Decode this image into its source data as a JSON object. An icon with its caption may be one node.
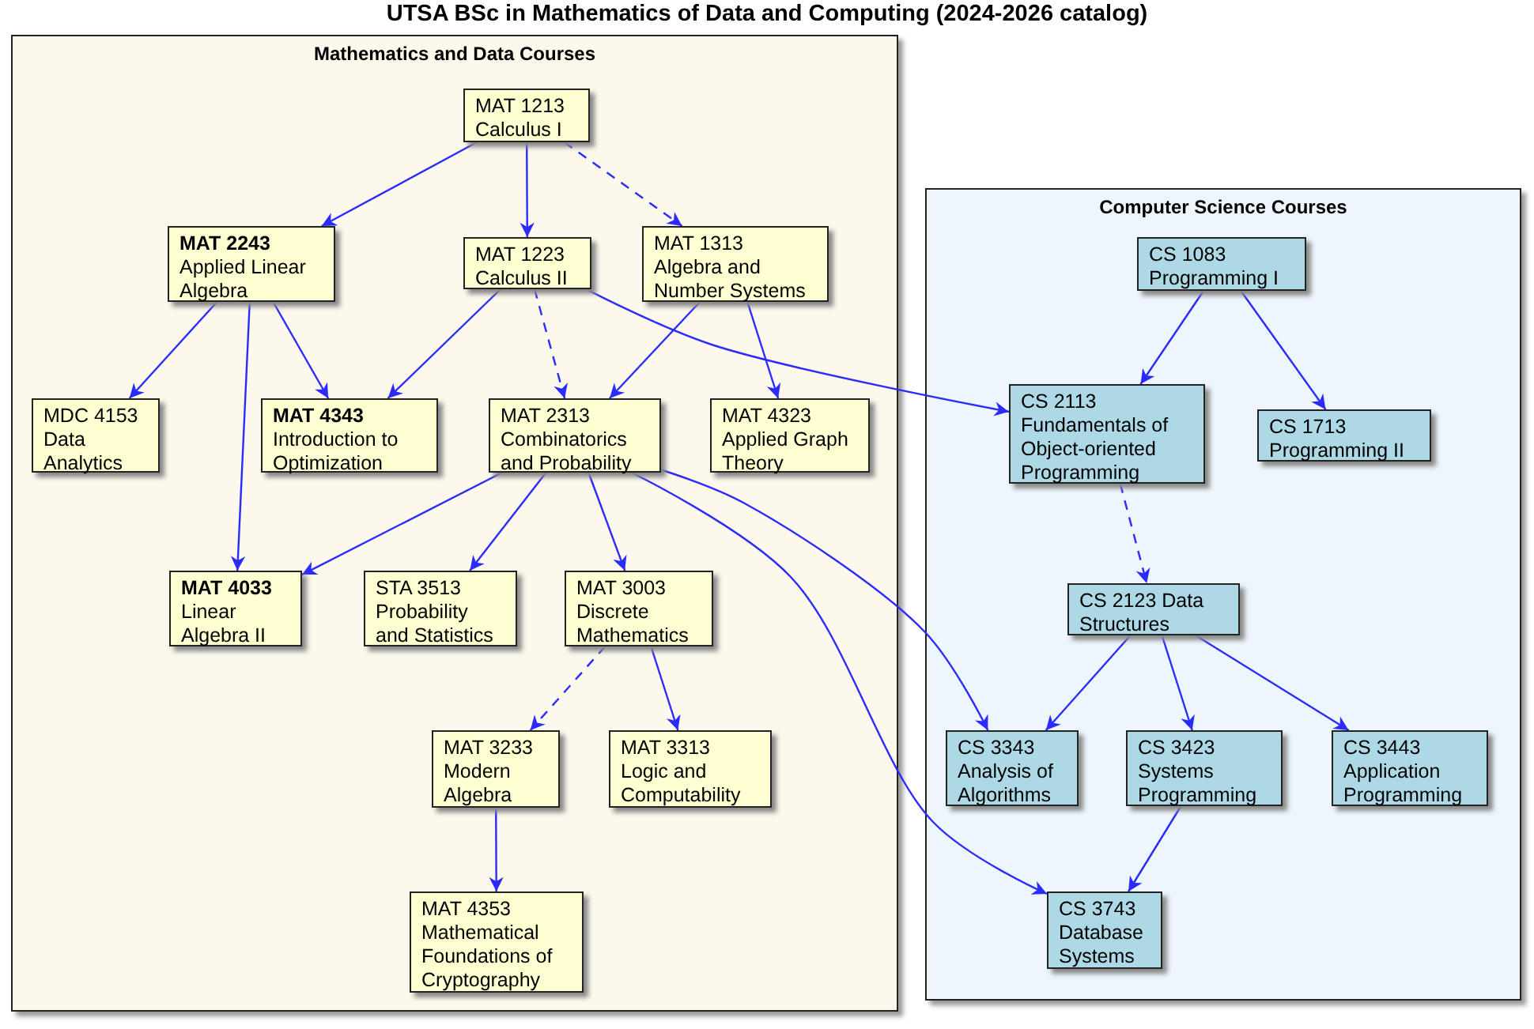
{
  "diagram": {
    "title": "UTSA BSc in Mathematics of Data and Computing (2024-2026 catalog)",
    "nodes": [
      {
        "text": [
          "Mathematics and Data Courses"
        ]
      },
      {
        "text": [
          "MAT 1213 Calculus I"
        ],
        "in": 0
      },
      {
        "text": [
          "**MAT 2243** Applied Linear Algebra"
        ],
        "in": 0
      },
      {
        "text": [
          "MAT 1223 Calculus II"
        ],
        "in": 0
      },
      {
        "text": [
          "MAT 1313 Algebra and Number Systems"
        ],
        "in": 0
      },
      {
        "text": [
          "MDC 4153 Data Analytics"
        ],
        "in": 0
      },
      {
        "text": [
          "**MAT 4343** Introduction to Optimization"
        ],
        "in": 0
      },
      {
        "text": [
          "MAT 2313 Combinatorics and Probability"
        ],
        "in": 0
      },
      {
        "text": [
          "MAT 4323 Applied Graph Theory"
        ],
        "in": 0
      },
      {
        "text": [
          "**MAT 4033** Linear Algebra II"
        ],
        "in": 0
      },
      {
        "text": [
          "STA 3513 Probability and Statistics"
        ],
        "in": 0
      },
      {
        "text": [
          "MAT 3003 Discrete Mathematics"
        ],
        "in": 0
      },
      {
        "text": [
          "MAT 3233 Modern Algebra"
        ],
        "in": 0
      },
      {
        "text": [
          "MAT 3313 Logic and Computability"
        ],
        "in": 0
      },
      {
        "text": [
          "MAT 4353 Mathematical Foundations of Cryptography"
        ],
        "in": 0
      },
      {
        "text": [
          "Computer Science Courses"
        ]
      },
      {
        "text": [
          "CS 1083 Programming I"
        ],
        "in": 15
      },
      {
        "text": [
          "CS 2113 Fundamentals of Object-oriented Programming"
        ],
        "in": 15
      },
      {
        "text": [
          "CS 1713 Programming II"
        ],
        "in": 15
      },
      {
        "text": [
          "CS 2123 Data Structures"
        ],
        "in": 15
      },
      {
        "text": [
          "CS 3343 Analysis of Algorithms"
        ],
        "in": 15
      },
      {
        "text": [
          "CS 3423 Systems Programming"
        ],
        "in": 15
      },
      {
        "text": [
          "CS 3443 Application Programming"
        ],
        "in": 15
      },
      {
        "text": [
          "CS 3743 Database Systems"
        ],
        "in": 15
      }
    ],
    "edges": [
      {
        "from": 1,
        "to": 2,
        "arrow": "to"
      },
      {
        "from": 1,
        "to": 3,
        "arrow": "to"
      },
      {
        "from": 1,
        "to": 4,
        "arrow": "to",
        "style": "dashed"
      },
      {
        "from": 2,
        "to": 5,
        "arrow": "to"
      },
      {
        "from": 2,
        "to": 9,
        "arrow": "to"
      },
      {
        "from": 2,
        "to": 6,
        "arrow": "to"
      },
      {
        "from": 3,
        "to": 6,
        "arrow": "to"
      },
      {
        "from": 3,
        "to": 7,
        "arrow": "to",
        "style": "dashed"
      },
      {
        "from": 3,
        "to": 17,
        "arrow": "to"
      },
      {
        "from": 4,
        "to": 7,
        "arrow": "to"
      },
      {
        "from": 4,
        "to": 8,
        "arrow": "to"
      },
      {
        "from": 7,
        "to": 9,
        "arrow": "to"
      },
      {
        "from": 7,
        "to": 10,
        "arrow": "to"
      },
      {
        "from": 7,
        "to": 11,
        "arrow": "to"
      },
      {
        "from": 7,
        "to": 20,
        "arrow": "to"
      },
      {
        "from": 7,
        "to": 23,
        "arrow": "to"
      },
      {
        "from": 11,
        "to": 12,
        "arrow": "to",
        "style": "dashed"
      },
      {
        "from": 11,
        "to": 13,
        "arrow": "to"
      },
      {
        "from": 12,
        "to": 14,
        "arrow": "to"
      },
      {
        "from": 16,
        "to": 17,
        "arrow": "to"
      },
      {
        "from": 16,
        "to": 18,
        "arrow": "to"
      },
      {
        "from": 17,
        "to": 19,
        "arrow": "to",
        "style": "dashed"
      },
      {
        "from": 19,
        "to": 20,
        "arrow": "to"
      },
      {
        "from": 19,
        "to": 21,
        "arrow": "to"
      },
      {
        "from": 19,
        "to": 22,
        "arrow": "to"
      },
      {
        "from": 21,
        "to": 23,
        "arrow": "to"
      }
    ]
  }
}
